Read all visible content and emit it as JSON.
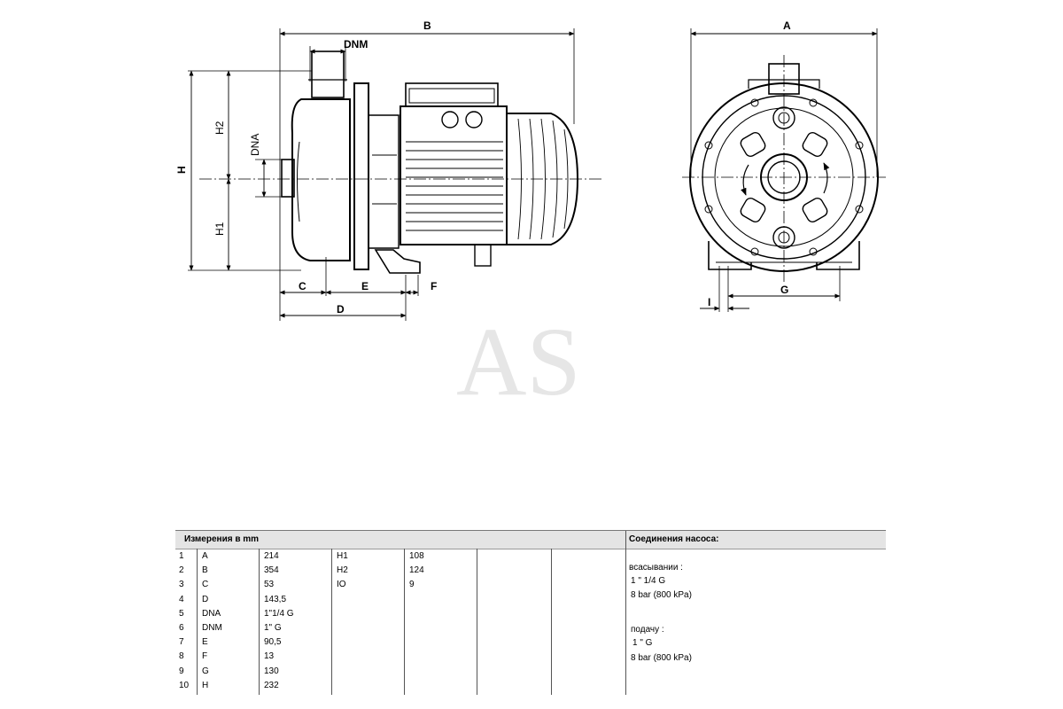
{
  "drawing": {
    "side_view_labels": {
      "b": "B",
      "dnm": "DNM",
      "h": "H",
      "h2": "H2",
      "h1": "H1",
      "dna": "DNA",
      "c": "C",
      "e": "E",
      "f": "F",
      "d": "D"
    },
    "front_view_labels": {
      "a": "A",
      "g": "G",
      "i": "I"
    },
    "watermark": "AS"
  },
  "table": {
    "left_header": "Измерения в  mm",
    "right_header": "Соединения насоса:",
    "rows": [
      {
        "n": "1",
        "name": "A",
        "value": "214"
      },
      {
        "n": "2",
        "name": "B",
        "value": "354"
      },
      {
        "n": "3",
        "name": "C",
        "value": "53"
      },
      {
        "n": "4",
        "name": "D",
        "value": "143,5"
      },
      {
        "n": "5",
        "name": "DNA",
        "value": "1\"1/4 G"
      },
      {
        "n": "6",
        "name": "DNM",
        "value": "1\" G"
      },
      {
        "n": "7",
        "name": "E",
        "value": "90,5"
      },
      {
        "n": "8",
        "name": "F",
        "value": "13"
      },
      {
        "n": "9",
        "name": "G",
        "value": "130"
      },
      {
        "n": "10",
        "name": "H",
        "value": "232"
      }
    ],
    "extra_rows": [
      {
        "name": "H1",
        "value": "108"
      },
      {
        "name": "H2",
        "value": "124"
      },
      {
        "name": "IO",
        "value": "9"
      }
    ],
    "connections": {
      "suction_label": "всасывании :",
      "suction_size": "1 \" 1/4 G",
      "suction_pressure": "8 bar (800 kPa)",
      "discharge_label": "подачу  :",
      "discharge_size": "1 \" G",
      "discharge_pressure": "8 bar (800 kPa)"
    }
  }
}
